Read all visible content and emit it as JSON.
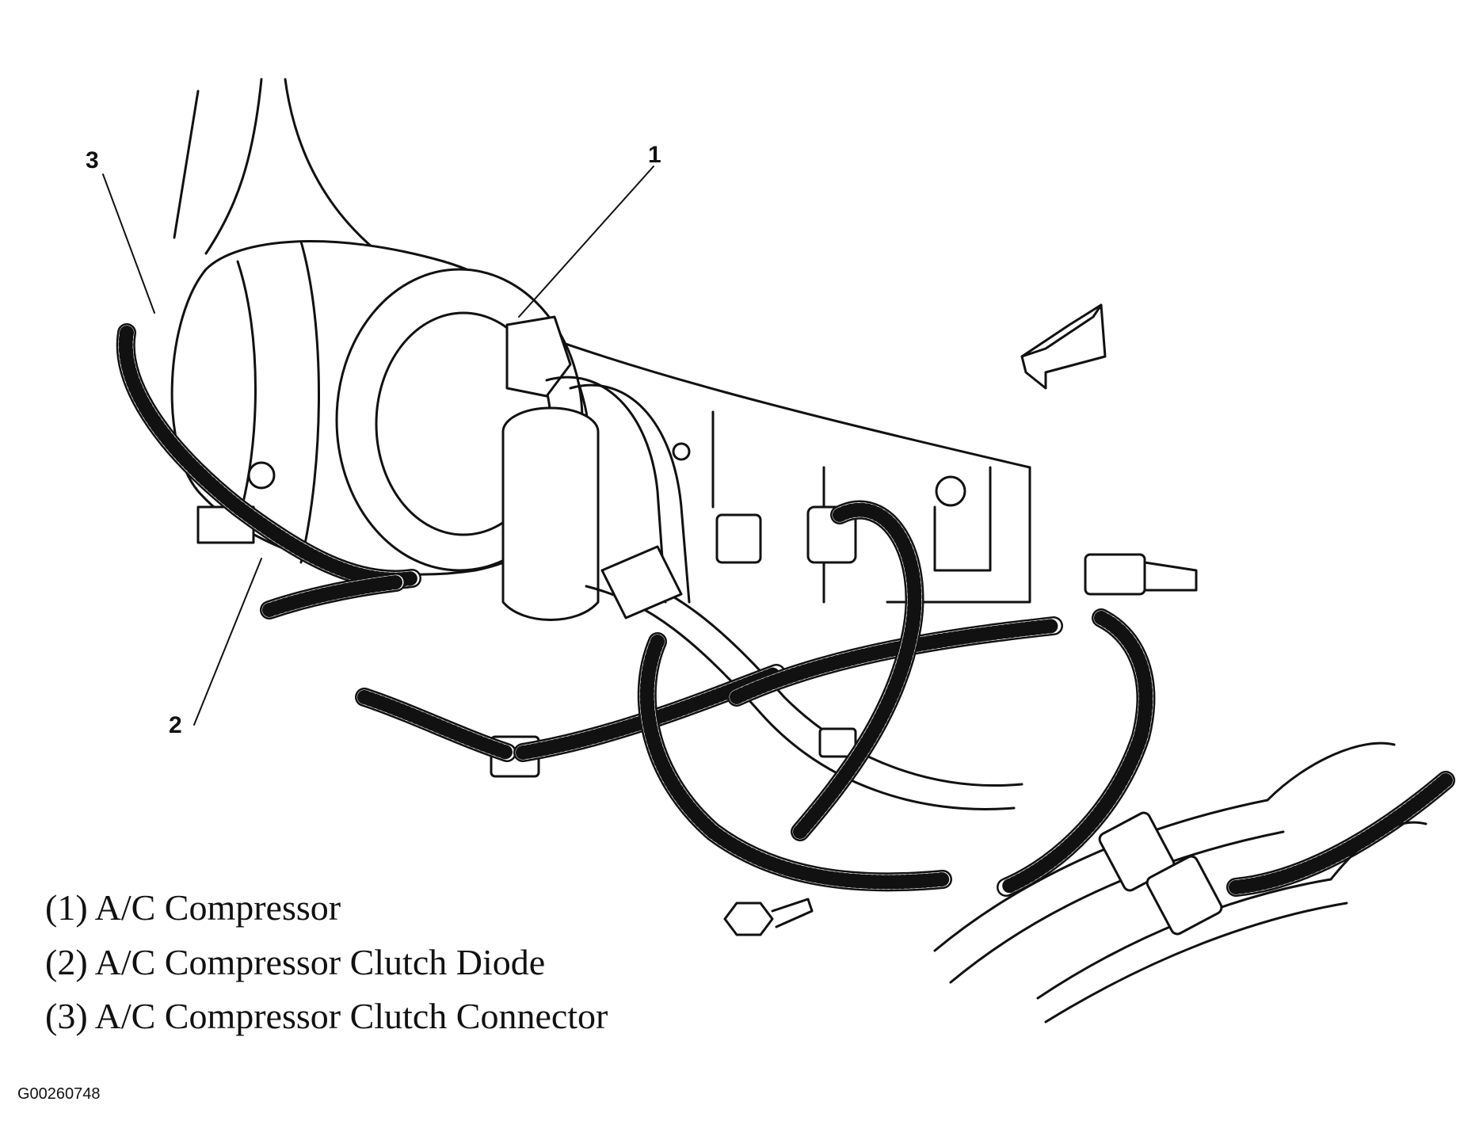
{
  "callouts": [
    {
      "id": "1",
      "label": "1"
    },
    {
      "id": "2",
      "label": "2"
    },
    {
      "id": "3",
      "label": "3"
    }
  ],
  "legend": [
    {
      "text": "(1) A/C Compressor"
    },
    {
      "text": "(2) A/C Compressor Clutch Diode"
    },
    {
      "text": "(3) A/C Compressor Clutch Connector"
    }
  ],
  "figure_id": "G00260748",
  "colors": {
    "ink": "#111111",
    "paper": "#ffffff"
  }
}
